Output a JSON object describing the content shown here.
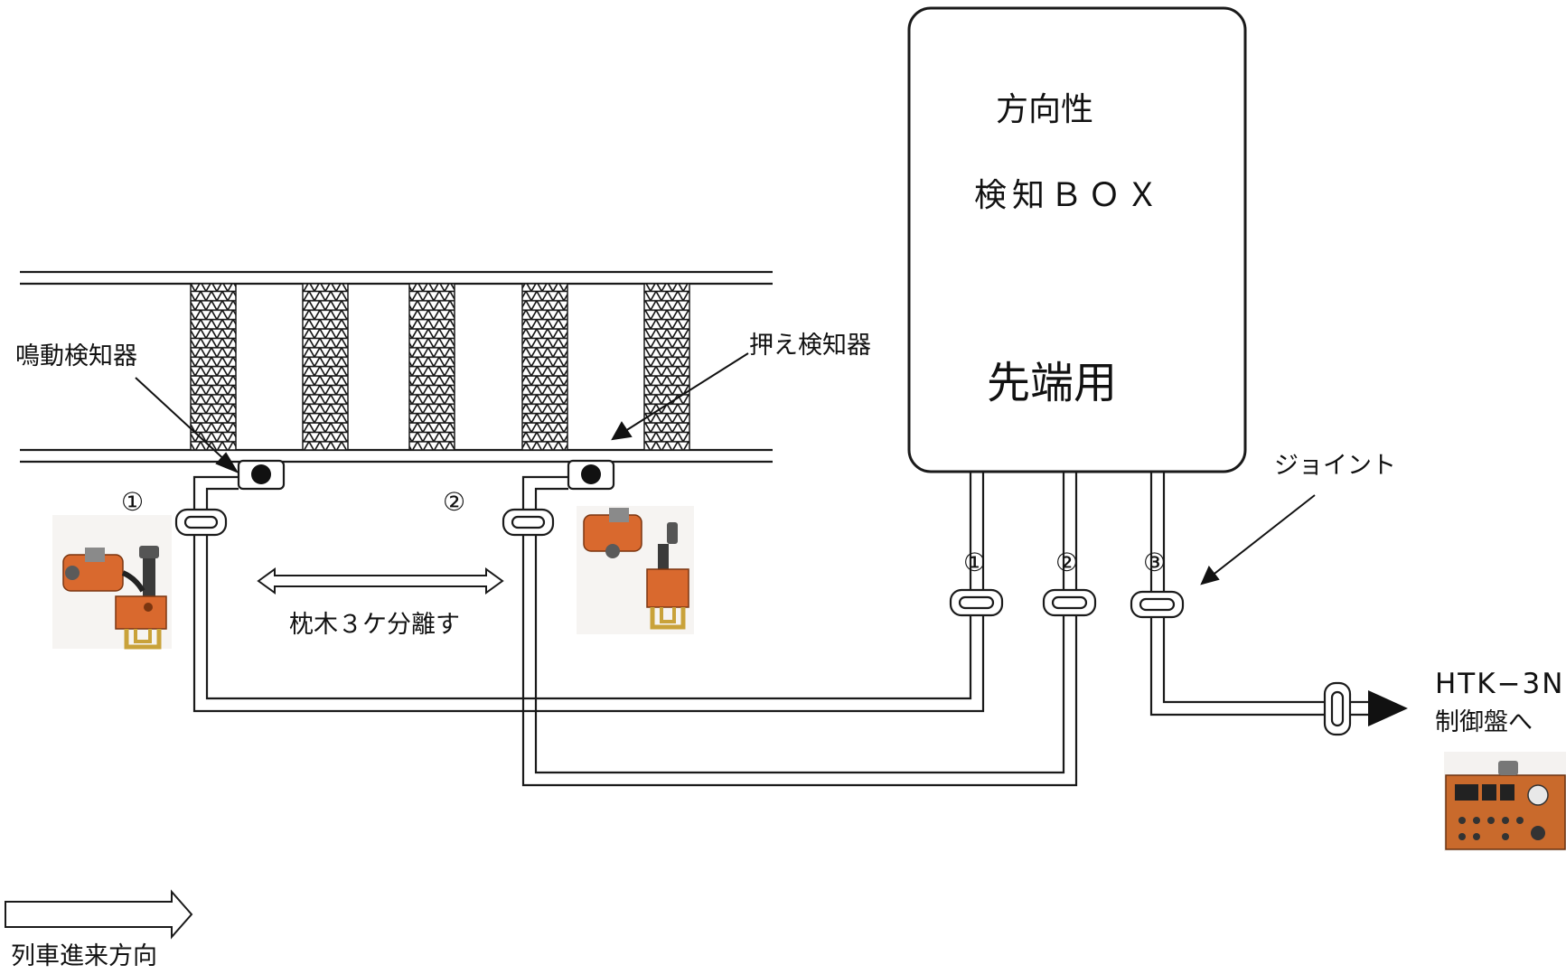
{
  "box": {
    "line1": "方向性",
    "line2": "検知ＢＯＸ",
    "line3": "先端用"
  },
  "labels": {
    "sound_detector": "鳴動検知器",
    "press_detector": "押え検知器",
    "joint": "ジョイント",
    "separation": "枕木３ケ分離す",
    "control_model": "HTK−3N",
    "control_panel": "制御盤へ",
    "train_direction": "列車進来方向"
  },
  "markers": {
    "detector_1": "①",
    "detector_2": "②",
    "box_1": "①",
    "box_2": "②",
    "box_3": "③"
  },
  "colors": {
    "line": "#1a1a1a",
    "device_orange": "#d9692e",
    "panel_orange": "#c96a2c"
  }
}
